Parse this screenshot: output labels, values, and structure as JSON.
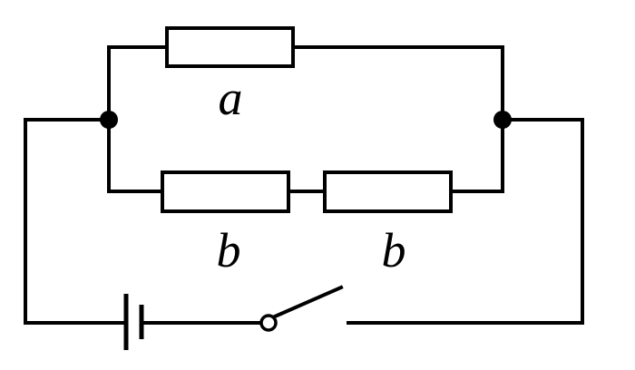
{
  "diagram": {
    "resistor_labels": {
      "top": "a",
      "bottom_left": "b",
      "bottom_right": "b"
    },
    "colors": {
      "line": "#000000",
      "background": "#ffffff"
    }
  }
}
